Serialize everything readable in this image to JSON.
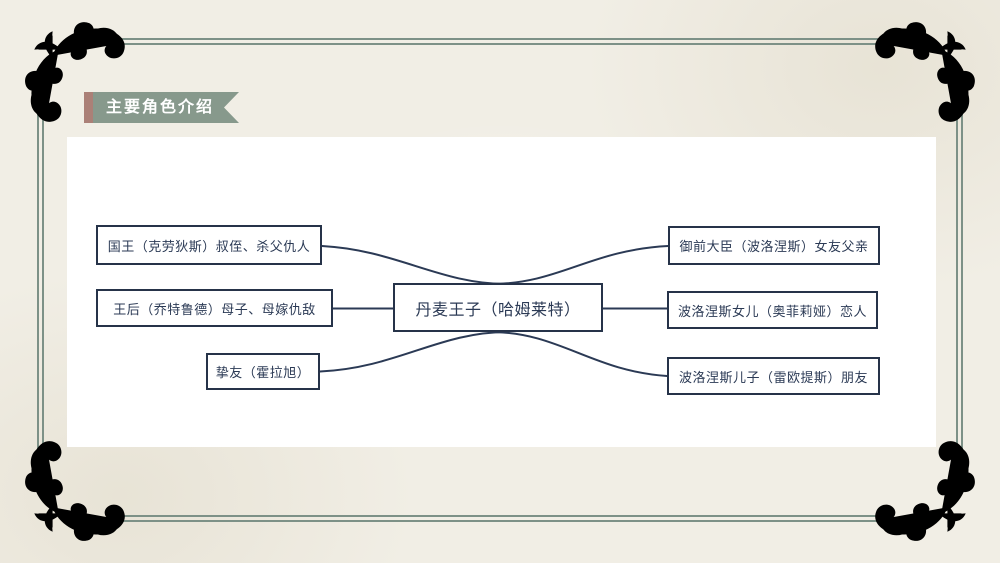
{
  "slide": {
    "background_color": "#f1eee5",
    "frame_color": "#7d9187",
    "ornament_color": "#8b9c90"
  },
  "title_badge": {
    "label": "主要角色介绍",
    "banner_color": "#87998c",
    "accent_color": "#ab8077",
    "text_color": "#ffffff"
  },
  "mindmap": {
    "canvas_color": "#ffffff",
    "connector_color": "#2b3a55",
    "node_border_color": "#263349",
    "node_text_color": "#2b3a55",
    "center_node": {
      "label": "丹麦王子（哈姆莱特）"
    },
    "left_nodes": [
      {
        "label": "国王（克劳狄斯）叔侄、杀父仇人"
      },
      {
        "label": "王后（乔特鲁德）母子、母嫁仇敌"
      },
      {
        "label": "挚友（霍拉旭）"
      }
    ],
    "right_nodes": [
      {
        "label": "御前大臣（波洛涅斯）女友父亲"
      },
      {
        "label": "波洛涅斯女儿（奥菲莉娅）恋人"
      },
      {
        "label": "波洛涅斯儿子（雷欧提斯）朋友"
      }
    ]
  }
}
